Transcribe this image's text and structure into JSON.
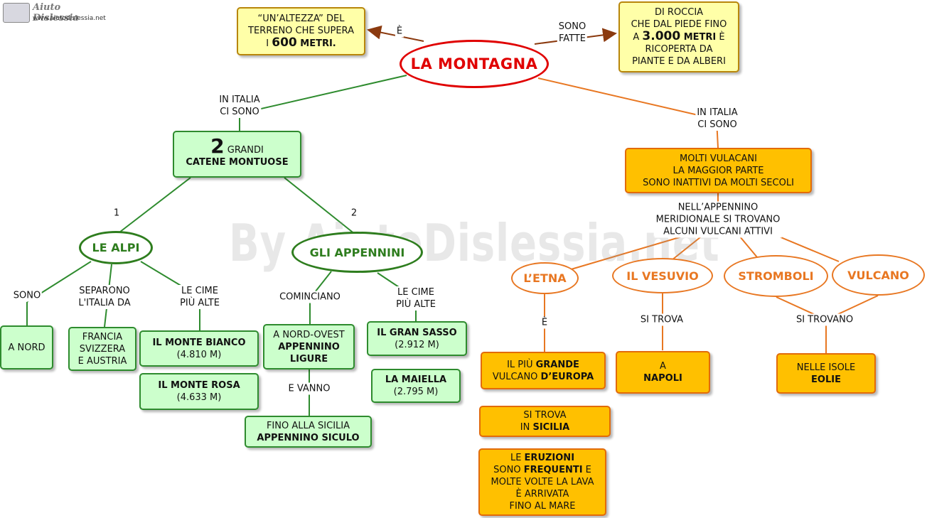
{
  "logo": {
    "name": "Aiuto Dislessia",
    "url": "www.aiutodislessia.net"
  },
  "watermark": "By AiutoDislessia.net",
  "main": "LA MONTAGNA",
  "def_link": "È",
  "definition": {
    "l1": "“UN’ALTEZZA” DEL",
    "l2": "TERRENO CHE SUPERA",
    "l3a": "I ",
    "l3b": "600",
    "l3c": " METRI."
  },
  "made_link": "SONO\nFATTE",
  "made_of": {
    "l1": "DI ROCCIA",
    "l2": "CHE DAL PIEDE FINO",
    "l3a": "A ",
    "l3b": "3.000",
    "l3c": " METRI",
    "l3d": " È",
    "l4": "RICOPERTA DA",
    "l5": "PIANTE E DA ALBERI"
  },
  "left_link": "IN ITALIA\nCI SONO",
  "chains": {
    "num": "2",
    "word": " GRANDI",
    "line2": "CATENE MONTUOSE"
  },
  "num1": "1",
  "num2": "2",
  "alpi": {
    "title": "LE ALPI",
    "l_sono": "SONO",
    "l_separono": "SEPARONO\nL'ITALIA DA",
    "l_cime": "LE CIME\nPIÙ ALTE",
    "nord": "A NORD",
    "countries": {
      "l1": "FRANCIA",
      "l2": "SVIZZERA",
      "l3": "E AUSTRIA"
    },
    "bianco": {
      "name": "IL MONTE BIANCO",
      "height": "(4.810 M)"
    },
    "rosa": {
      "name": "IL MONTE ROSA",
      "height": "(4.633 M)"
    }
  },
  "appennini": {
    "title": "GLI APPENNINI",
    "l_cominciano": "COMINCIANO",
    "l_cime": "LE CIME\nPIÙ ALTE",
    "l_vanno": "E VANNO",
    "start": {
      "l1": "A NORD-OVEST",
      "l2": "APPENNINO",
      "l3": "LIGURE"
    },
    "end": {
      "l1": "FINO ALLA SICILIA",
      "l2": "APPENNINO SICULO"
    },
    "sasso": {
      "name": "IL GRAN SASSO",
      "height": "(2.912 M)"
    },
    "maiella": {
      "name": "LA MAIELLA",
      "height": "(2.795 M)"
    }
  },
  "right_link": "IN ITALIA\nCI SONO",
  "volcanoes": {
    "box": {
      "l1": "MOLTI VULACANI",
      "l2": "LA MAGGIOR PARTE",
      "l3": "SONO INATTIVI DA MOLTI SECOLI"
    },
    "l_south": "NELL’APPENNINO\nMERIDIONALE SI TROVANO\nALCUNI VULCANI ATTIVI",
    "etna": "L’ETNA",
    "vesuvio": "IL VESUVIO",
    "stromboli": "STROMBOLI",
    "vulcano": "VULCANO",
    "l_etna": "È",
    "l_vesuvio": "SI TROVA",
    "l_islands": "SI TROVANO",
    "etna1": {
      "a": "IL PIÙ ",
      "b": "GRANDE",
      "c": "VULCANO ",
      "d": "D’EUROPA"
    },
    "etna2": {
      "l1": "SI TROVA",
      "l2a": "IN ",
      "l2b": "SICILIA"
    },
    "etna3": {
      "l1a": "LE ",
      "l1b": "ERUZIONI",
      "l2a": "SONO ",
      "l2b": "FREQUENTI",
      "l2c": "  E",
      "l3": "MOLTE VOLTE LA LAVA",
      "l4": "È ARRIVATA",
      "l5": "FINO AL MARE"
    },
    "naples": {
      "l1": "A",
      "l2": "NAPOLI"
    },
    "islands": {
      "l1": "NELLE ISOLE",
      "l2": "EOLIE"
    }
  },
  "colors": {
    "main": "#e00000",
    "green": "#2e7d1e",
    "orange": "#e87722",
    "arrow": "#8b3a0f",
    "yellow_fill": "#ffffa8",
    "green_fill": "#ccffcc",
    "orange_fill": "#ffc000"
  }
}
